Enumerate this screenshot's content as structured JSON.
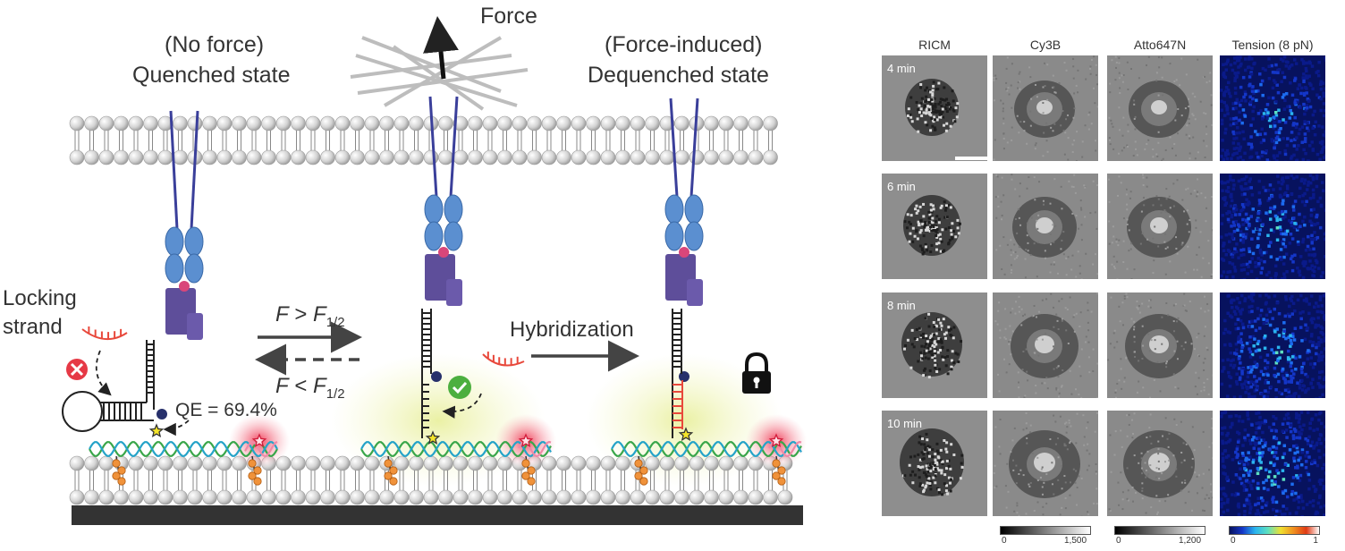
{
  "schematic": {
    "force_label": "Force",
    "left_title_line1": "(No force)",
    "left_title_line2": "Quenched state",
    "right_title_line1": "(Force-induced)",
    "right_title_line2": "Dequenched state",
    "locking_line1": "Locking",
    "locking_line2": "strand",
    "forward_eq": {
      "F": "F",
      "op": " > ",
      "sub": "1/2"
    },
    "reverse_eq": {
      "F": "F",
      "op": " < ",
      "sub": "1/2"
    },
    "qe_label": "QE = 69.4%",
    "hybridization_label": "Hybridization"
  },
  "micrographs": {
    "columns": [
      "RICM",
      "Cy3B",
      "Atto647N",
      "Tension (8 pN)"
    ],
    "rows": [
      "4 min",
      "6 min",
      "8 min",
      "10 min"
    ],
    "colorbars": [
      {
        "min": "0",
        "max": "1,500"
      },
      {
        "min": "0",
        "max": "1,200"
      },
      {
        "min": "0",
        "max": "1"
      }
    ]
  },
  "colors": {
    "receptor_blue": "#5b8fd0",
    "integrin_purple": "#5e4e9a",
    "lipid_gray": "#cfcfcf",
    "substrate": "#333333",
    "locking_strand_red": "#e8483b",
    "dna_green": "#3aa64a",
    "dna_teal": "#25a3c8"
  }
}
